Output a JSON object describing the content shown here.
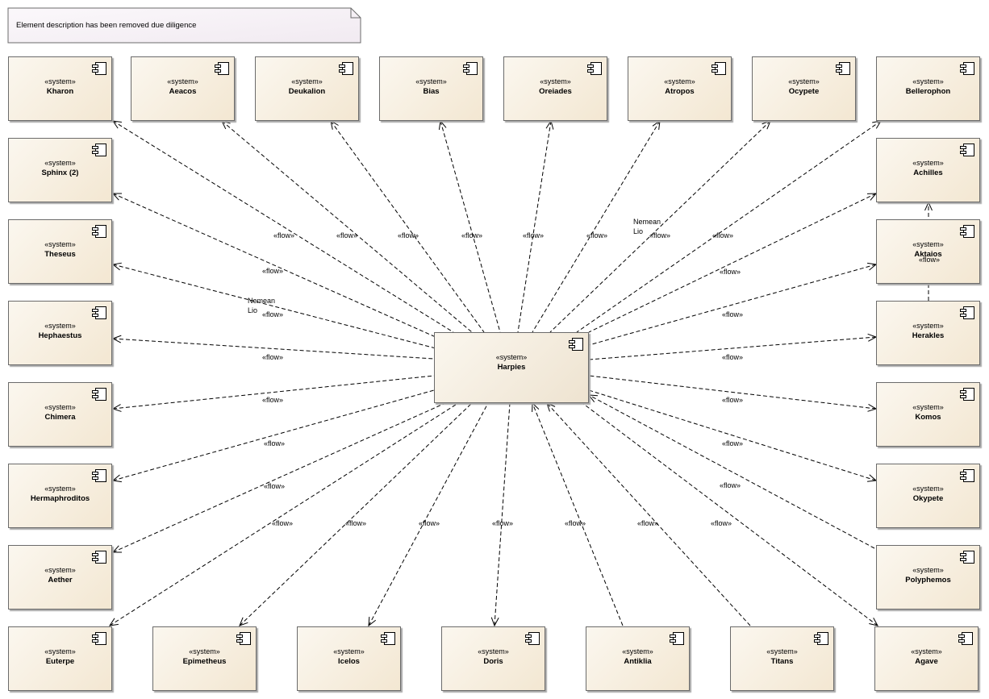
{
  "note": {
    "text": "Element description has been removed due diligence"
  },
  "stereotype": "«system»",
  "center": {
    "name": "Harpies"
  },
  "nodes": [
    {
      "name": "Kharon"
    },
    {
      "name": "Aeacos"
    },
    {
      "name": "Deukalion"
    },
    {
      "name": "Bias"
    },
    {
      "name": "Oreiades"
    },
    {
      "name": "Atropos"
    },
    {
      "name": "Ocypete"
    },
    {
      "name": "Bellerophon"
    },
    {
      "name": "Sphinx (2)"
    },
    {
      "name": "Theseus"
    },
    {
      "name": "Hephaestus"
    },
    {
      "name": "Chimera"
    },
    {
      "name": "Hermaphroditos"
    },
    {
      "name": "Aether"
    },
    {
      "name": "Euterpe"
    },
    {
      "name": "Epimetheus"
    },
    {
      "name": "Icelos"
    },
    {
      "name": "Doris"
    },
    {
      "name": "Antiklia"
    },
    {
      "name": "Titans"
    },
    {
      "name": "Agave"
    },
    {
      "name": "Achilles"
    },
    {
      "name": "Aktaios"
    },
    {
      "name": "Herakles"
    },
    {
      "name": "Komos"
    },
    {
      "name": "Okypete"
    },
    {
      "name": "Polyphemos"
    }
  ],
  "edge_label": "«flow»",
  "extra_labels": [
    {
      "line1": "Nemean",
      "line2": "Lio"
    },
    {
      "line1": "Nemean",
      "line2": "Lio"
    }
  ]
}
